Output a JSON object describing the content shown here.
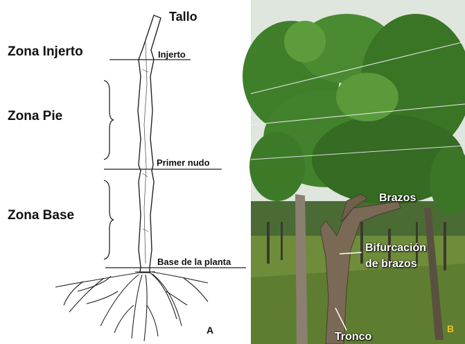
{
  "panel_a": {
    "letter": "A",
    "top_label": "Tallo",
    "zones": [
      {
        "label": "Zona Injerto"
      },
      {
        "label": "Zona Pie"
      },
      {
        "label": "Zona Base"
      }
    ],
    "markers": [
      {
        "label": "Injerto"
      },
      {
        "label": "Primer nudo"
      },
      {
        "label": "Base de la planta"
      }
    ]
  },
  "panel_b": {
    "letter": "B",
    "labels": {
      "brazos": "Brazos",
      "bifurcacion_line1": "Bifurcación",
      "bifurcacion_line2": "de brazos",
      "tronco": "Tronco"
    },
    "colors": {
      "sky": "#dfe6dd",
      "foliage": "#3f7f2a",
      "grass": "#6e8c3a",
      "trunk": "#7a6a55",
      "letter": "#f0c020"
    }
  }
}
